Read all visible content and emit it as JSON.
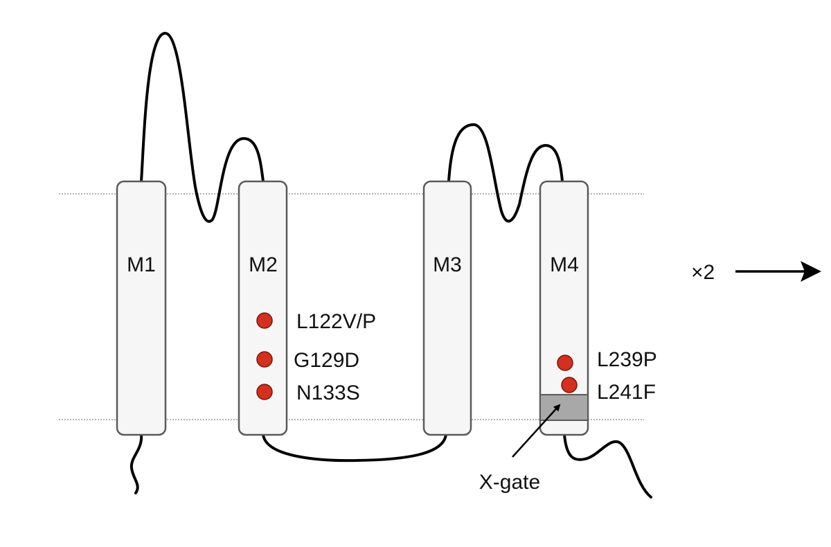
{
  "helices": [
    {
      "label": "M1"
    },
    {
      "label": "M2"
    },
    {
      "label": "M3"
    },
    {
      "label": "M4"
    }
  ],
  "mutations": {
    "m2": [
      "L122V/P",
      "G129D",
      "N133S"
    ],
    "m4": [
      "L239P",
      "L241F"
    ]
  },
  "gate": {
    "label": "X-gate"
  },
  "multiplier": {
    "label": "×2"
  },
  "colors": {
    "mutation": "#d3301f",
    "helix_fill": "#f6f6f6",
    "helix_stroke": "#5a5a5a",
    "gate_fill": "#a8a8a8"
  }
}
